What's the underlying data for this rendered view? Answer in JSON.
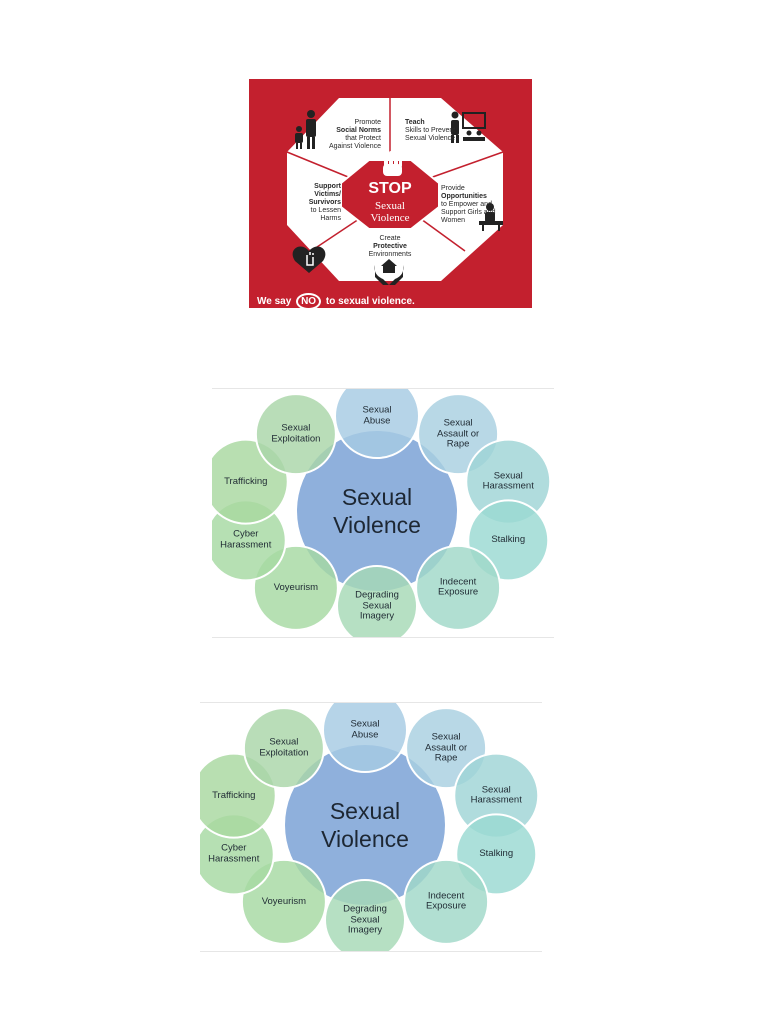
{
  "stop_graphic": {
    "stop_word": "STOP",
    "stop_subtitle": "Sexual\nViolence",
    "sections": {
      "norms": {
        "pre": "Promote",
        "bold": "Social Norms",
        "post": "that Protect Against Violence"
      },
      "teach": {
        "pre": "",
        "bold": "Teach",
        "post": "Skills to Prevent Sexual Violence"
      },
      "opportunities": {
        "pre": "Provide",
        "bold": "Opportunities",
        "post": "to Empower and Support Girls and Women"
      },
      "environments": {
        "pre": "Create",
        "bold": "Protective",
        "post": "Environments"
      },
      "victims": {
        "pre": "",
        "bold": "Support Victims/ Survivors",
        "post": "to Lessen Harms"
      }
    },
    "tagline": {
      "before": "We say",
      "no": "NO",
      "after": "to sexual violence."
    },
    "colors": {
      "background": "#c3202e",
      "octagon": "#ffffff"
    },
    "icons": [
      "family-icon",
      "teacher-icon",
      "stop-hand-icon",
      "student-desk-icon",
      "house-hands-icon",
      "heart-hand-icon"
    ]
  },
  "wheel": {
    "center": "Sexual\nViolence",
    "items": [
      "Sexual\nAbuse",
      "Sexual\nAssault or\nRape",
      "Sexual\nHarassment",
      "Stalking",
      "Indecent\nExposure",
      "Degrading\nSexual\nImagery",
      "Voyeurism",
      "Cyber\nHarassment",
      "Trafficking",
      "Sexual\nExploitation"
    ],
    "colors": {
      "center": "#8fb0dc",
      "blue": "#a6cbe3",
      "teal": "#9ad9d2",
      "green": "#a6d9a2"
    }
  }
}
